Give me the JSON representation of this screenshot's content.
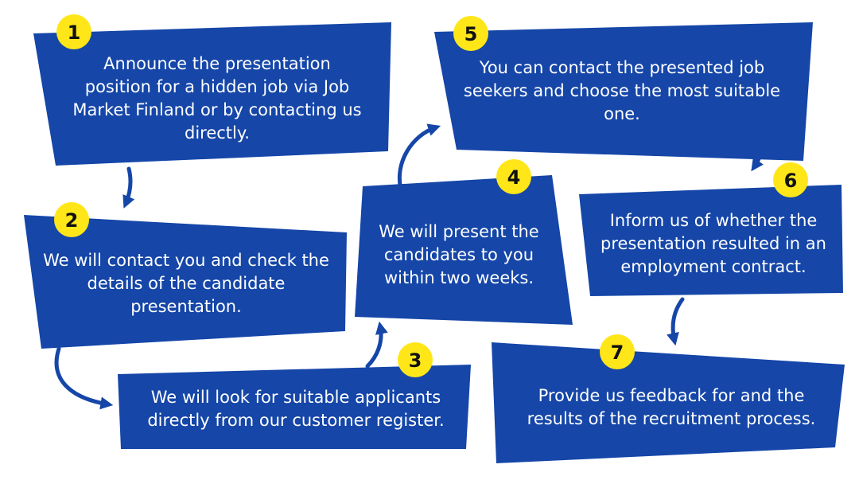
{
  "colors": {
    "panel": "#1546a8",
    "arrow": "#1546a8",
    "badge": "#ffe619",
    "badge_text": "#111111",
    "text": "#ffffff"
  },
  "steps": [
    {
      "number": "1",
      "text": "Announce the presentation position for a hidden job via Job Market Finland or by contacting us directly."
    },
    {
      "number": "2",
      "text": "We will contact you and check the details of the candidate presentation."
    },
    {
      "number": "3",
      "text": "We will look for suitable applicants directly from our customer register."
    },
    {
      "number": "4",
      "text": "We will present the candidates to you within two weeks."
    },
    {
      "number": "5",
      "text": "You can contact the presented job seekers and choose the most suitable one."
    },
    {
      "number": "6",
      "text": "Inform us of whether the presentation resulted in an employment contract."
    },
    {
      "number": "7",
      "text": "Provide us feedback for and the results of the recruitment process."
    }
  ]
}
